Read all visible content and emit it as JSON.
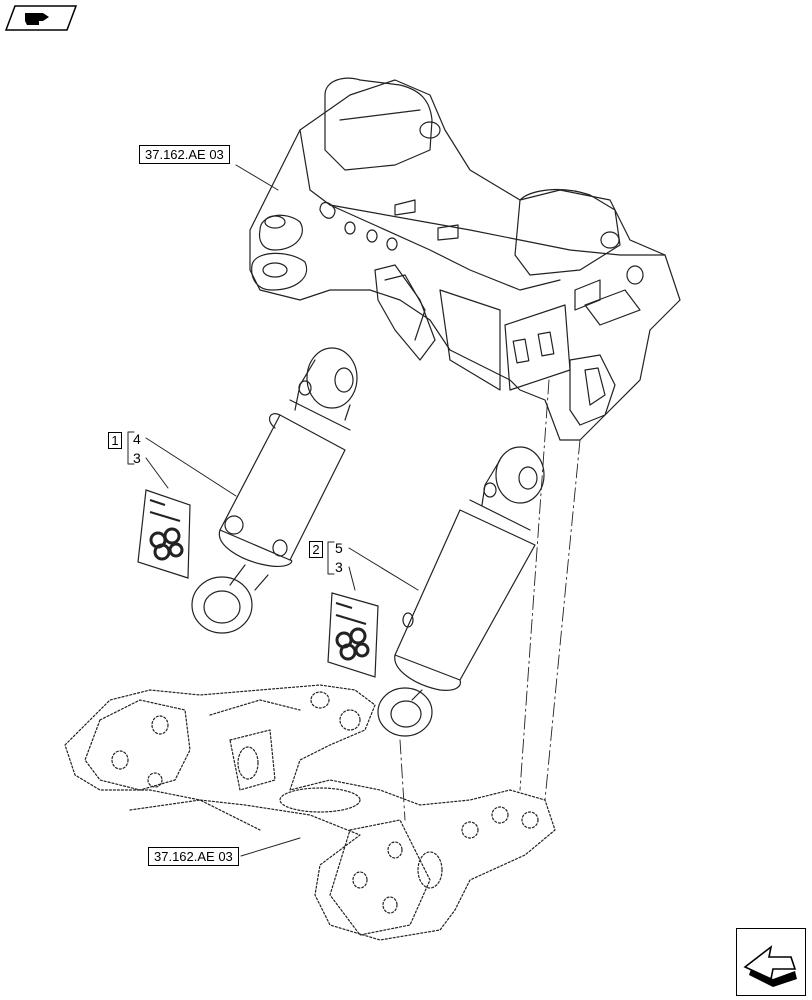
{
  "references": {
    "upper_frame": "37.162.AE 03",
    "lower_frame": "37.162.AE 03"
  },
  "callouts": {
    "group1": {
      "box": "1",
      "upper": "4",
      "lower": "3"
    },
    "group2": {
      "box": "2",
      "upper": "5",
      "lower": "3"
    }
  },
  "icons": {
    "top_left": "hand-pointer-icon",
    "bottom_right": "next-page-arrow-icon"
  }
}
